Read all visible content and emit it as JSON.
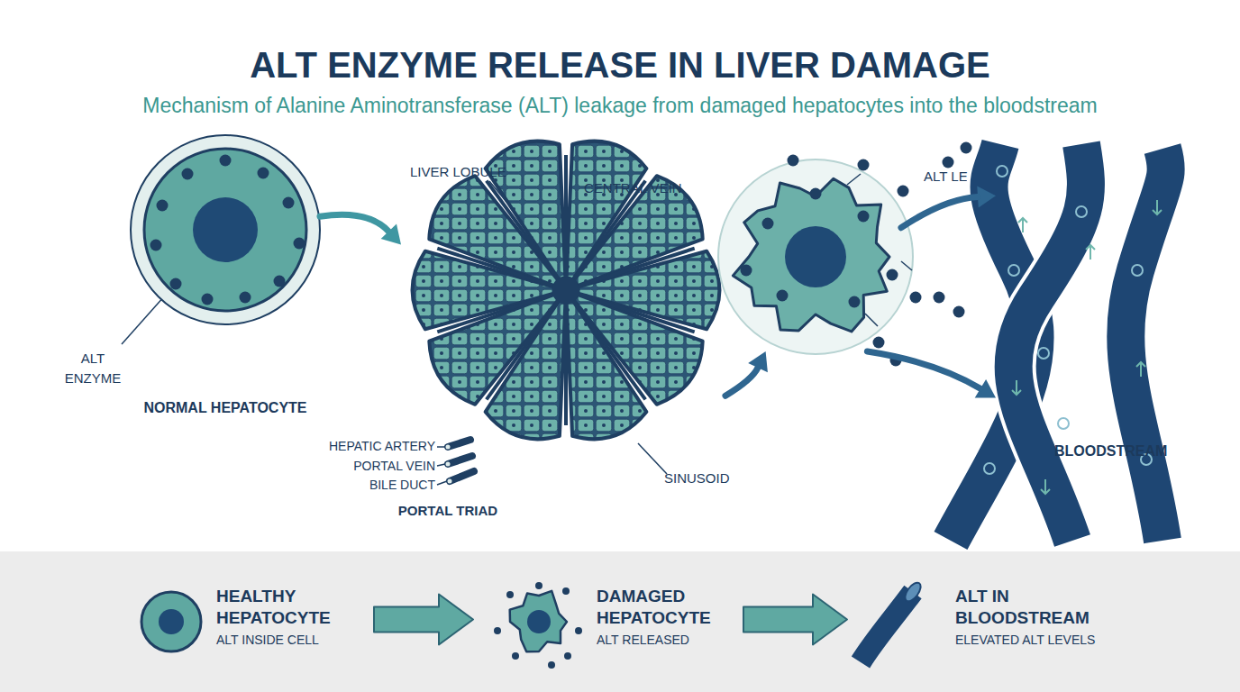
{
  "diagram": {
    "title": "ALT ENZYME RELEASE IN LIVER DAMAGE",
    "caption": "Mechanism of Alanine Aminotransferase (ALT) leakage from damaged hepatocytes into the bloodstream",
    "nodes": [
      {
        "text": [
          "NORMAL HEPATOCYTE"
        ]
      },
      {
        "text": [
          "LIVER LOBULE"
        ]
      },
      {
        "text": [
          "ALT LEAKING"
        ]
      },
      {
        "text": [
          "BLOODSTREAM"
        ]
      },
      {
        "text": [
          "HEALTHY HEPATOCYTE",
          "ALT INSIDE CELL"
        ]
      },
      {
        "text": [
          "DAMAGED HEPATOCYTE",
          "ALT RELEASED"
        ]
      },
      {
        "text": [
          "ALT IN BLOODSTREAM",
          "ELEVATED ALT LEVELS"
        ]
      }
    ],
    "edges": [
      {
        "from": 0,
        "to": 1,
        "arrow": "to"
      },
      {
        "from": 1,
        "to": 2,
        "arrow": "to"
      },
      {
        "from": 2,
        "to": 3,
        "arrow": "to"
      },
      {
        "from": 2,
        "to": 3,
        "arrow": "to"
      },
      {
        "from": 4,
        "to": 5,
        "arrow": "to"
      },
      {
        "from": 5,
        "to": 6,
        "arrow": "to"
      }
    ],
    "labels": [
      "ALT ENZYME",
      "CENTRAL VEIN",
      "HEPATIC ARTERY",
      "PORTAL VEIN",
      "BILE DUCT",
      "PORTAL TRIAD",
      "SINUSOID"
    ]
  }
}
